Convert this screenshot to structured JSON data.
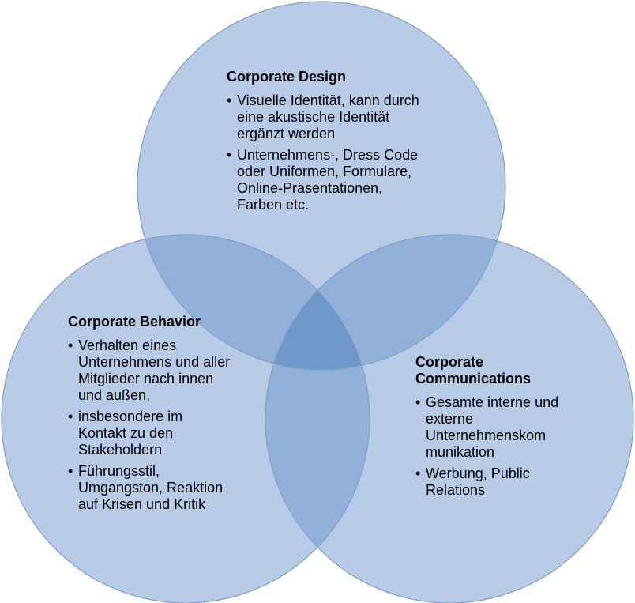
{
  "circles": {
    "fill": "#b8cbe6",
    "stroke": "#7f9cc6",
    "overlap_two": "#91b0da",
    "overlap_three": "#6e98c8"
  },
  "design": {
    "title": "Corporate Design",
    "items": [
      "Visuelle Identität, kann durch eine akustische Identität ergänzt werden",
      "Unternehmens-, Dress Code oder Uniformen, Formulare, Online-Präsentationen, Farben etc."
    ]
  },
  "behavior": {
    "title": "Corporate Behavior",
    "items": [
      "Verhalten eines Unternehmens und aller Mitglieder nach innen und außen,",
      "insbesondere im Kontakt zu den Stakeholdern",
      "Führungsstil, Umgangston, Reaktion auf Krisen und Kritik"
    ]
  },
  "comms": {
    "title": "Corporate Communications",
    "items": [
      "Gesamte interne und externe Unternehmenskom munikation",
      "Werbung, Public Relations"
    ]
  }
}
